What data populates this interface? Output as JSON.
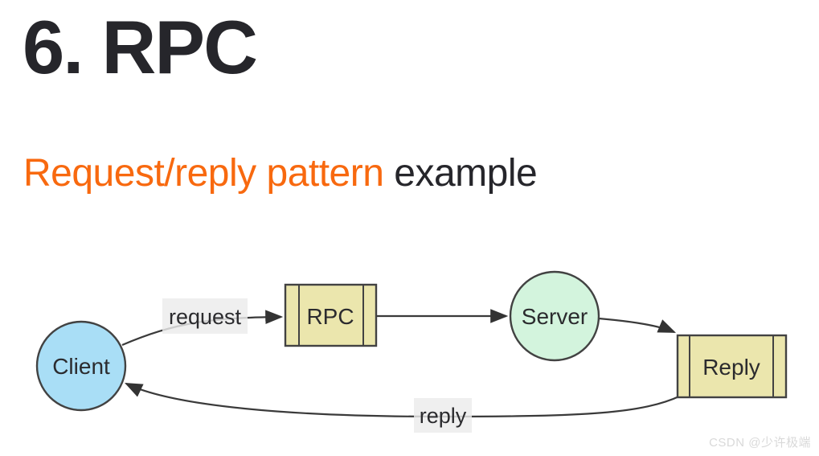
{
  "page": {
    "title": "6. RPC",
    "subtitle_highlight": "Request/reply pattern",
    "subtitle_rest": " example",
    "watermark": "CSDN @少许极端"
  },
  "colors": {
    "title_text": "#26262b",
    "subtitle_highlight": "#f8690f",
    "client_fill": "#a9def6",
    "server_fill": "#d3f4dd",
    "queue_fill": "#ebe6ad",
    "node_stroke": "#424242",
    "edge_stroke": "#3a3a3a",
    "edge_label_bg": "#ececec",
    "watermark_text": "#d9d9d9"
  },
  "diagram": {
    "nodes": [
      {
        "id": "client",
        "type": "circle",
        "label": "Client"
      },
      {
        "id": "rpc",
        "type": "queue",
        "label": "RPC"
      },
      {
        "id": "server",
        "type": "circle",
        "label": "Server"
      },
      {
        "id": "reply",
        "type": "queue",
        "label": "Reply"
      }
    ],
    "edges": [
      {
        "from": "client",
        "to": "rpc",
        "label": "request"
      },
      {
        "from": "rpc",
        "to": "server",
        "label": ""
      },
      {
        "from": "server",
        "to": "reply",
        "label": ""
      },
      {
        "from": "reply",
        "to": "client",
        "label": "reply"
      }
    ]
  }
}
